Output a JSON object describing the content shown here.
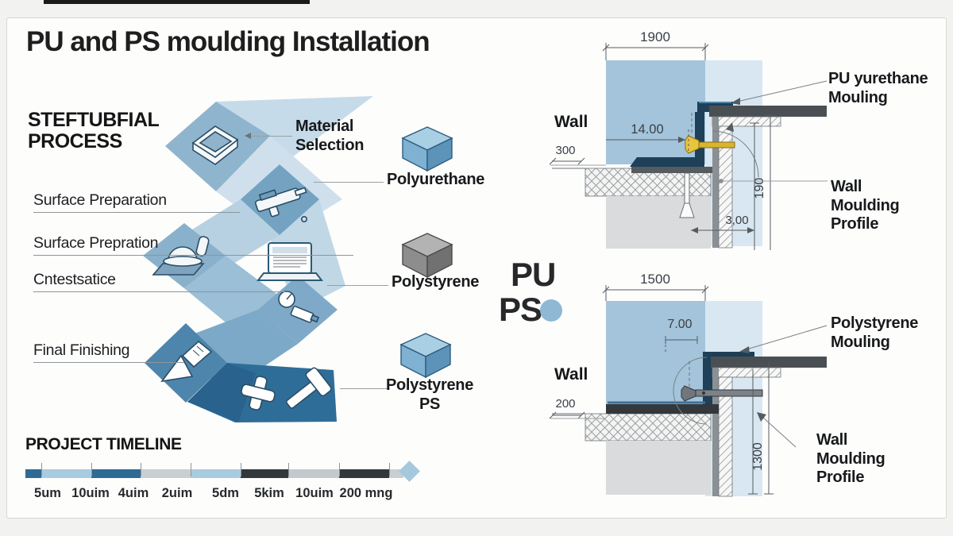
{
  "title": "PU and PS moulding Installation",
  "process": {
    "heading_line1": "STEFTUBFIAL",
    "heading_line2": "PROCESS",
    "steps": [
      "Surface Preparation",
      "Surface Prepration",
      "Cntestsatice",
      "Final Finishing"
    ],
    "material_selection_line1": "Material",
    "material_selection_line2": "Selection"
  },
  "materials": {
    "polyurethane_label": "Polyurethane",
    "polystyrene_label": "Polystyrene",
    "polystyrene_ps_line1": "Polystyrene",
    "polystyrene_ps_line2": "PS"
  },
  "legend": {
    "pu": "PU",
    "ps": "PS"
  },
  "timeline": {
    "heading": "PROJECT TIMELINE",
    "tick_labels": [
      "5um",
      "10uim",
      "4uim",
      "2uim",
      "5dm",
      "5kim",
      "10uim",
      "200 mng"
    ],
    "segment_colors": [
      "#2e6b94",
      "#a9cbdf",
      "#2e6b94",
      "#c9ced2",
      "#a9cbdf",
      "#33383d",
      "#c4c9cd",
      "#33383d",
      "#c9ced2"
    ]
  },
  "diagram_top": {
    "width_dim": "1900",
    "screw_dim": "14.00",
    "left_dim": "300",
    "height_dim": "190",
    "gap_dim": "3,00",
    "wall_label": "Wall",
    "moulding_line1": "PU yurethane",
    "moulding_line2": "Mouling",
    "profile_line1": "Wall",
    "profile_line2": "Moulding",
    "profile_line3": "Profile"
  },
  "diagram_bottom": {
    "width_dim": "1500",
    "screw_dim": "7.00",
    "left_dim": "200",
    "height_dim": "1300",
    "wall_label": "Wall",
    "moulding_line1": "Polystyrene",
    "moulding_line2": "Mouling",
    "profile_line1": "Wall",
    "profile_line2": "Moulding",
    "profile_line3": "Profile"
  },
  "colors": {
    "ribbon_dark": "#2f6d99",
    "ribbon_light": "#c6dbe9",
    "wall_blue": "#a3c4da",
    "wall_light": "#d8e7f1",
    "profile_navy": "#1e4058",
    "bar_dark": "#4a4f54",
    "screw_yellow": "#e9c53d",
    "legend_circle": "#8fb8d4",
    "timeline_dark": "#33383d"
  }
}
